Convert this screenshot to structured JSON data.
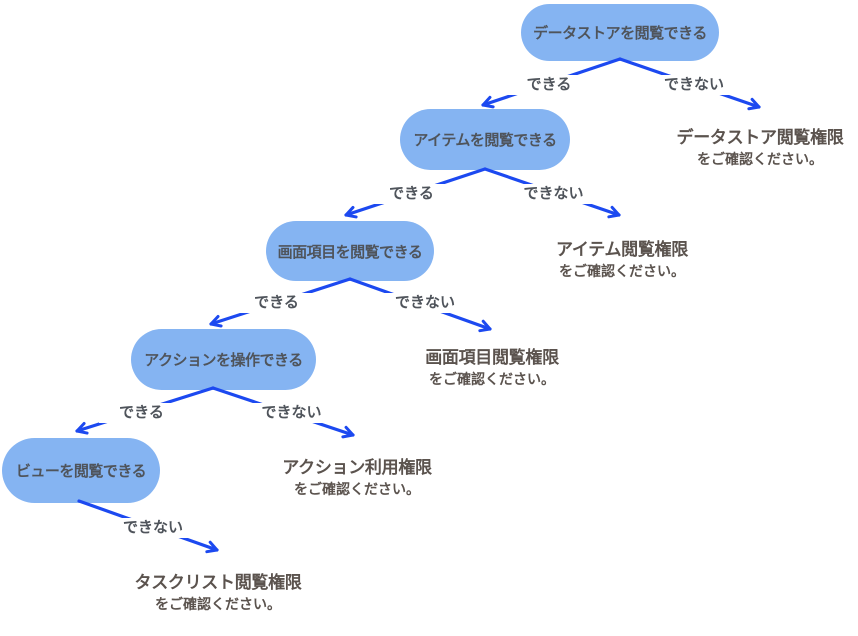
{
  "diagram_type": "decision-tree",
  "colors": {
    "background": "#ffffff",
    "node_fill": "#85b4f2",
    "node_text": "#4f545b",
    "arrow": "#1c49f0",
    "branch_label_text": "#4f545b",
    "branch_label_bg": "#ffffff",
    "result_text": "#5b534e"
  },
  "branch_labels": {
    "can": "できる",
    "cannot": "できない"
  },
  "nodes": [
    {
      "label": "データストアを閲覧できる"
    },
    {
      "label": "アイテムを閲覧できる"
    },
    {
      "label": "画面項目を閲覧できる"
    },
    {
      "label": "アクションを操作できる"
    },
    {
      "label": "ビューを閲覧できる"
    }
  ],
  "results": [
    {
      "title": "データストア閲覧権限",
      "note": "をご確認ください。"
    },
    {
      "title": "アイテム閲覧権限",
      "note": "をご確認ください。"
    },
    {
      "title": "画面項目閲覧権限",
      "note": "をご確認ください。"
    },
    {
      "title": "アクション利用権限",
      "note": "をご確認ください。"
    },
    {
      "title": "タスクリスト閲覧権限",
      "note": "をご確認ください。"
    }
  ],
  "edges": [
    {
      "from": "データストアを閲覧できる",
      "can": "アイテムを閲覧できる",
      "cannot": "データストア閲覧権限をご確認ください。"
    },
    {
      "from": "アイテムを閲覧できる",
      "can": "画面項目を閲覧できる",
      "cannot": "アイテム閲覧権限をご確認ください。"
    },
    {
      "from": "画面項目を閲覧できる",
      "can": "アクションを操作できる",
      "cannot": "画面項目閲覧権限をご確認ください。"
    },
    {
      "from": "アクションを操作できる",
      "can": "ビューを閲覧できる",
      "cannot": "アクション利用権限をご確認ください。"
    },
    {
      "from": "ビューを閲覧できる",
      "cannot": "タスクリスト閲覧権限をご確認ください。"
    }
  ]
}
